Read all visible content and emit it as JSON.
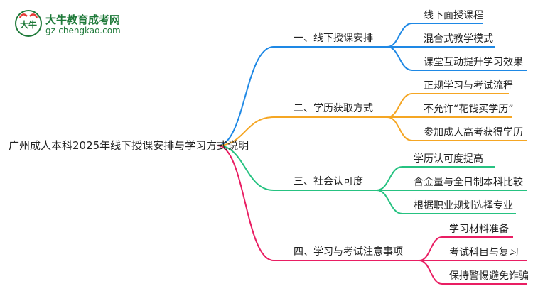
{
  "logo": {
    "title": "大牛教育成考网",
    "url": "gz-chengkao.com",
    "badge_text": "大牛"
  },
  "root": {
    "label": "广州成人本科2025年线下授课安排与学习方式说明"
  },
  "branches": [
    {
      "label": "一、线下授课安排",
      "color": "#1e88e5",
      "children": [
        "线下面授课程",
        "混合式教学模式",
        "课堂互动提升学习效果"
      ]
    },
    {
      "label": "二、学历获取方式",
      "color": "#f5a623",
      "children": [
        "正规学习与考试流程",
        "不允许“花钱买学历”",
        "参加成人高考获得学历"
      ]
    },
    {
      "label": "三、社会认可度",
      "color": "#26c281",
      "children": [
        "学历认可度提高",
        "含金量与全日制本科比较",
        "根据职业规划选择专业"
      ]
    },
    {
      "label": "四、学习与考试注意事项",
      "color": "#e91e63",
      "children": [
        "学习材料准备",
        "考试科目与复习",
        "保持警惕避免诈骗"
      ]
    }
  ]
}
